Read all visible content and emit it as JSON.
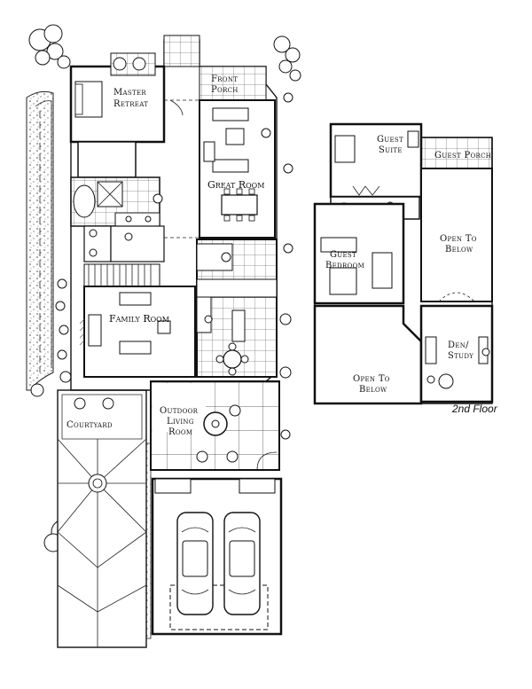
{
  "plan": {
    "first_floor": {
      "rooms": [
        {
          "id": "master-retreat",
          "lines": [
            "Master",
            "Retreat"
          ]
        },
        {
          "id": "front-porch",
          "lines": [
            "Front",
            "Porch"
          ]
        },
        {
          "id": "great-room",
          "lines": [
            "Great Room"
          ]
        },
        {
          "id": "family-room",
          "lines": [
            "Family Room"
          ]
        },
        {
          "id": "outdoor-living-room",
          "lines": [
            "Outdoor",
            "Living",
            "Room"
          ]
        },
        {
          "id": "courtyard",
          "lines": [
            "Courtyard"
          ]
        }
      ]
    },
    "second_floor": {
      "label": "2nd Floor",
      "rooms": [
        {
          "id": "guest-suite",
          "lines": [
            "Guest",
            "Suite"
          ]
        },
        {
          "id": "guest-porch",
          "lines": [
            "Guest Porch"
          ]
        },
        {
          "id": "guest-bedroom",
          "lines": [
            "Guest",
            "Bedroom"
          ]
        },
        {
          "id": "open-to-below-1",
          "lines": [
            "Open To",
            "Below"
          ]
        },
        {
          "id": "den-study",
          "lines": [
            "Den/",
            "Study"
          ]
        },
        {
          "id": "open-to-below-2",
          "lines": [
            "Open To",
            "Below"
          ]
        }
      ]
    }
  }
}
